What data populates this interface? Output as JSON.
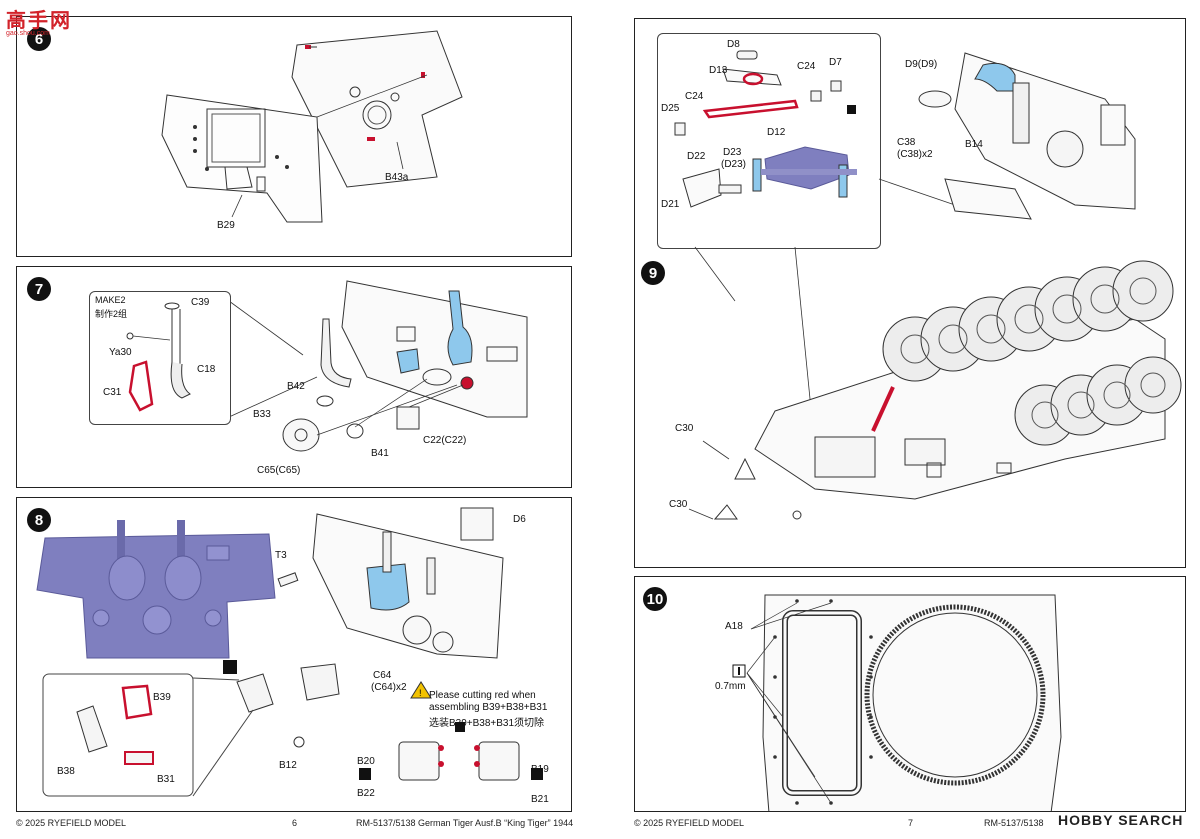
{
  "watermark": {
    "logo_text": "高手网",
    "logo_sub": "gao.shou.com"
  },
  "left_page": {
    "steps": [
      {
        "number": "6",
        "labels": [
          "B43a",
          "B29"
        ]
      },
      {
        "number": "7",
        "inset_title": "MAKE2",
        "inset_title_cn": "制作2组",
        "labels": [
          "C39",
          "Ya30",
          "C18",
          "C31",
          "B42",
          "B33",
          "B41",
          "C22(C22)",
          "C65(C65)"
        ]
      },
      {
        "number": "8",
        "labels": [
          "T3",
          "D6",
          "B39",
          "B38",
          "B31",
          "C64",
          "(C64)x2",
          "B12",
          "B20",
          "B22",
          "B19",
          "B21"
        ],
        "note_lines": [
          "Please cutting red when",
          "assembling B39+B38+B31",
          "选装B39+B38+B31须切除"
        ]
      }
    ],
    "footer": {
      "copyright": "© 2025 RYEFIELD MODEL",
      "page_number": "6",
      "title": "RM-5137/5138 German Tiger Ausf.B “King Tiger” 1944"
    }
  },
  "right_page": {
    "steps": [
      {
        "number": "9",
        "inset_labels": [
          "D8",
          "D13",
          "C24",
          "D7",
          "D25",
          "C24",
          "D12",
          "D22",
          "D23",
          "(D23)",
          "D21"
        ],
        "labels": [
          "D9(D9)",
          "C38",
          "(C38)x2",
          "B14",
          "C30",
          "C30"
        ]
      },
      {
        "number": "10",
        "labels": [
          "A18",
          "0.7mm"
        ]
      }
    ],
    "footer": {
      "copyright": "© 2025 RYEFIELD MODEL",
      "page_number": "7",
      "title_fragment": "RM-5137/5138"
    },
    "hobby_logo": "HOBBY SEARCH"
  },
  "colors": {
    "highlight_red": "#c8102e",
    "highlight_blue": "#8ec8ec",
    "render_purple": "#7f7fbf",
    "line": "#333333"
  }
}
